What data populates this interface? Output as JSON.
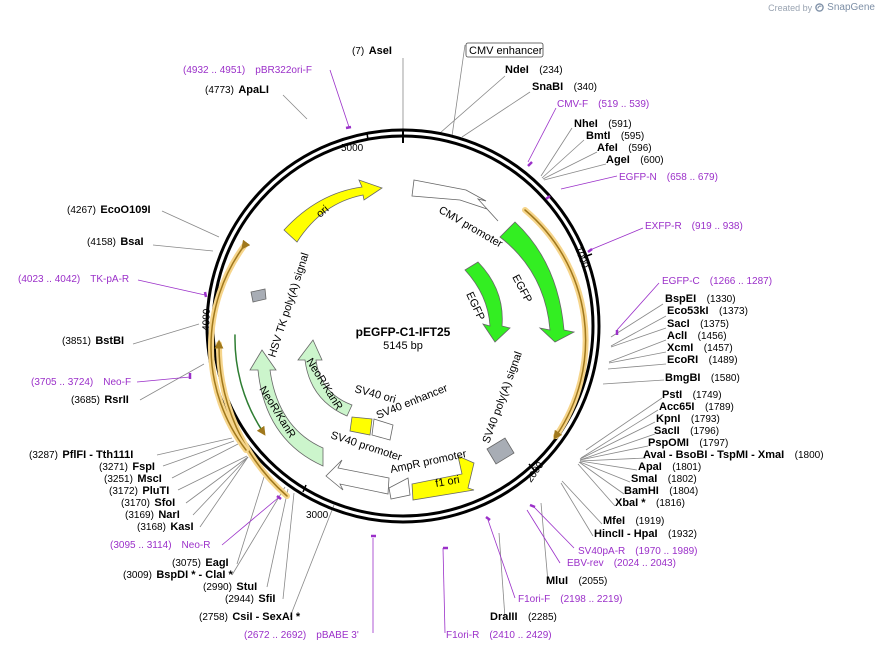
{
  "credit": {
    "prefix": "Created by",
    "brand": "SnapGene"
  },
  "plasmid": {
    "name": "pEGFP-C1-IFT25",
    "length_label": "5145 bp",
    "length": 5145
  },
  "ticks": [
    "1000",
    "2000",
    "3000",
    "4000",
    "5000"
  ],
  "features": [
    {
      "label": "CMV enhancer",
      "boxed": true
    },
    {
      "label": "CMV promoter"
    },
    {
      "label": "EGFP"
    },
    {
      "label": "EGFP"
    },
    {
      "label": "SV40 poly(A) signal"
    },
    {
      "label": "f1 ori"
    },
    {
      "label": "AmpR promoter"
    },
    {
      "label": "SV40 promoter"
    },
    {
      "label": "SV40 ori"
    },
    {
      "label": "SV40 enhancer"
    },
    {
      "label": "NeoR/KanR"
    },
    {
      "label": "NeoR/KanR"
    },
    {
      "label": "HSV TK poly(A) signal"
    },
    {
      "label": "ori"
    }
  ],
  "sites_right": [
    {
      "pos": "(7)",
      "name": "AseI"
    },
    {
      "pos": "(234)",
      "name": "NdeI"
    },
    {
      "pos": "(340)",
      "name": "SnaBI"
    },
    {
      "pos": "(591)",
      "name": "NheI"
    },
    {
      "pos": "(595)",
      "name": "BmtI"
    },
    {
      "pos": "(596)",
      "name": "AfeI"
    },
    {
      "pos": "(600)",
      "name": "AgeI"
    },
    {
      "pos": "(1330)",
      "name": "BspEI"
    },
    {
      "pos": "(1373)",
      "name": "Eco53kI"
    },
    {
      "pos": "(1375)",
      "name": "SacI"
    },
    {
      "pos": "(1456)",
      "name": "AclI"
    },
    {
      "pos": "(1457)",
      "name": "XcmI"
    },
    {
      "pos": "(1489)",
      "name": "EcoRI"
    },
    {
      "pos": "(1580)",
      "name": "BmgBI"
    },
    {
      "pos": "(1749)",
      "name": "PstI"
    },
    {
      "pos": "(1789)",
      "name": "Acc65I"
    },
    {
      "pos": "(1793)",
      "name": "KpnI"
    },
    {
      "pos": "(1796)",
      "name": "SacII"
    },
    {
      "pos": "(1797)",
      "name": "PspOMI"
    },
    {
      "pos": "(1800)",
      "name": "AvaI - BsoBI - TspMI - XmaI"
    },
    {
      "pos": "(1801)",
      "name": "ApaI"
    },
    {
      "pos": "(1802)",
      "name": "SmaI"
    },
    {
      "pos": "(1804)",
      "name": "BamHI"
    },
    {
      "pos": "(1816)",
      "name": "XbaI *"
    },
    {
      "pos": "(1919)",
      "name": "MfeI"
    },
    {
      "pos": "(1932)",
      "name": "HincII - HpaI"
    },
    {
      "pos": "(2055)",
      "name": "MluI"
    },
    {
      "pos": "(2285)",
      "name": "DraIII"
    }
  ],
  "sites_left": [
    {
      "pos": "(4773)",
      "name": "ApaLI"
    },
    {
      "pos": "(4267)",
      "name": "EcoO109I"
    },
    {
      "pos": "(4158)",
      "name": "BsaI"
    },
    {
      "pos": "(3851)",
      "name": "BstBI"
    },
    {
      "pos": "(3685)",
      "name": "RsrII"
    },
    {
      "pos": "(3287)",
      "name": "PflFI - Tth111I"
    },
    {
      "pos": "(3271)",
      "name": "FspI"
    },
    {
      "pos": "(3251)",
      "name": "MscI"
    },
    {
      "pos": "(3172)",
      "name": "PluTI"
    },
    {
      "pos": "(3170)",
      "name": "SfoI"
    },
    {
      "pos": "(3169)",
      "name": "NarI"
    },
    {
      "pos": "(3168)",
      "name": "KasI"
    },
    {
      "pos": "(3075)",
      "name": "EagI"
    },
    {
      "pos": "(3009)",
      "name": "BspDI * - ClaI *"
    },
    {
      "pos": "(2990)",
      "name": "StuI"
    },
    {
      "pos": "(2944)",
      "name": "SfiI"
    },
    {
      "pos": "(2758)",
      "name": "CsiI - SexAI *"
    }
  ],
  "primers": [
    {
      "name": "CMV-F",
      "range": "(519 .. 539)"
    },
    {
      "name": "EGFP-N",
      "range": "(658 .. 679)"
    },
    {
      "name": "EXFP-R",
      "range": "(919 .. 938)"
    },
    {
      "name": "EGFP-C",
      "range": "(1266 .. 1287)"
    },
    {
      "name": "SV40pA-R",
      "range": "(1970 .. 1989)"
    },
    {
      "name": "EBV-rev",
      "range": "(2024 .. 2043)"
    },
    {
      "name": "F1ori-F",
      "range": "(2198 .. 2219)"
    },
    {
      "name": "F1ori-R",
      "range": "(2410 .. 2429)"
    },
    {
      "name": "pBABE 3'",
      "range": "(2672 .. 2692)"
    },
    {
      "name": "Neo-R",
      "range": "(3095 .. 3114)"
    },
    {
      "name": "Neo-F",
      "range": "(3705 .. 3724)"
    },
    {
      "name": "TK-pA-R",
      "range": "(4023 .. 4042)"
    },
    {
      "name": "pBR322ori-F",
      "range": "(4932 .. 4951)"
    }
  ],
  "colors": {
    "backbone": "#000000",
    "egfp": "#33ee22",
    "ori": "#ffff00",
    "neor": "#ccf5cc",
    "promoter": "#ffffff",
    "polya": "#a8adb5",
    "orf_track": "#f3b230",
    "primer": "#9b30c9",
    "line": "#888888"
  }
}
